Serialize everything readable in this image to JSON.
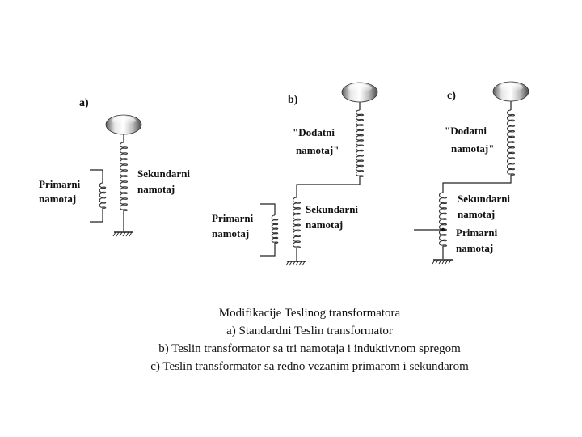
{
  "diagrams": [
    {
      "id": "a",
      "tag": "a)",
      "labels": {
        "primary": [
          "Primarni",
          "namotaj"
        ],
        "secondary": [
          "Sekundarni",
          "namotaj"
        ]
      }
    },
    {
      "id": "b",
      "tag": "b)",
      "labels": {
        "additional": [
          "\"Dodatni",
          "namotaj\""
        ],
        "primary": [
          "Primarni",
          "namotaj"
        ],
        "secondary": [
          "Sekundarni",
          "namotaj"
        ]
      }
    },
    {
      "id": "c",
      "tag": "c)",
      "labels": {
        "additional": [
          "\"Dodatni",
          "namotaj\""
        ],
        "secondary": [
          "Sekundarni",
          "namotaj"
        ],
        "primary": [
          "Primarni",
          "namotaj"
        ]
      }
    }
  ],
  "caption": [
    "Modifikacije Teslinog transformatora",
    "a) Standardni Teslin transformator",
    "b) Teslin transformator sa tri namotaja i induktivnom spregom",
    "c) Teslin transformator sa redno vezanim primarom i sekundarom"
  ],
  "colors": {
    "ink": "#111111",
    "toroid_light": "#f2f2f2",
    "toroid_dark": "#6a6a6a"
  }
}
